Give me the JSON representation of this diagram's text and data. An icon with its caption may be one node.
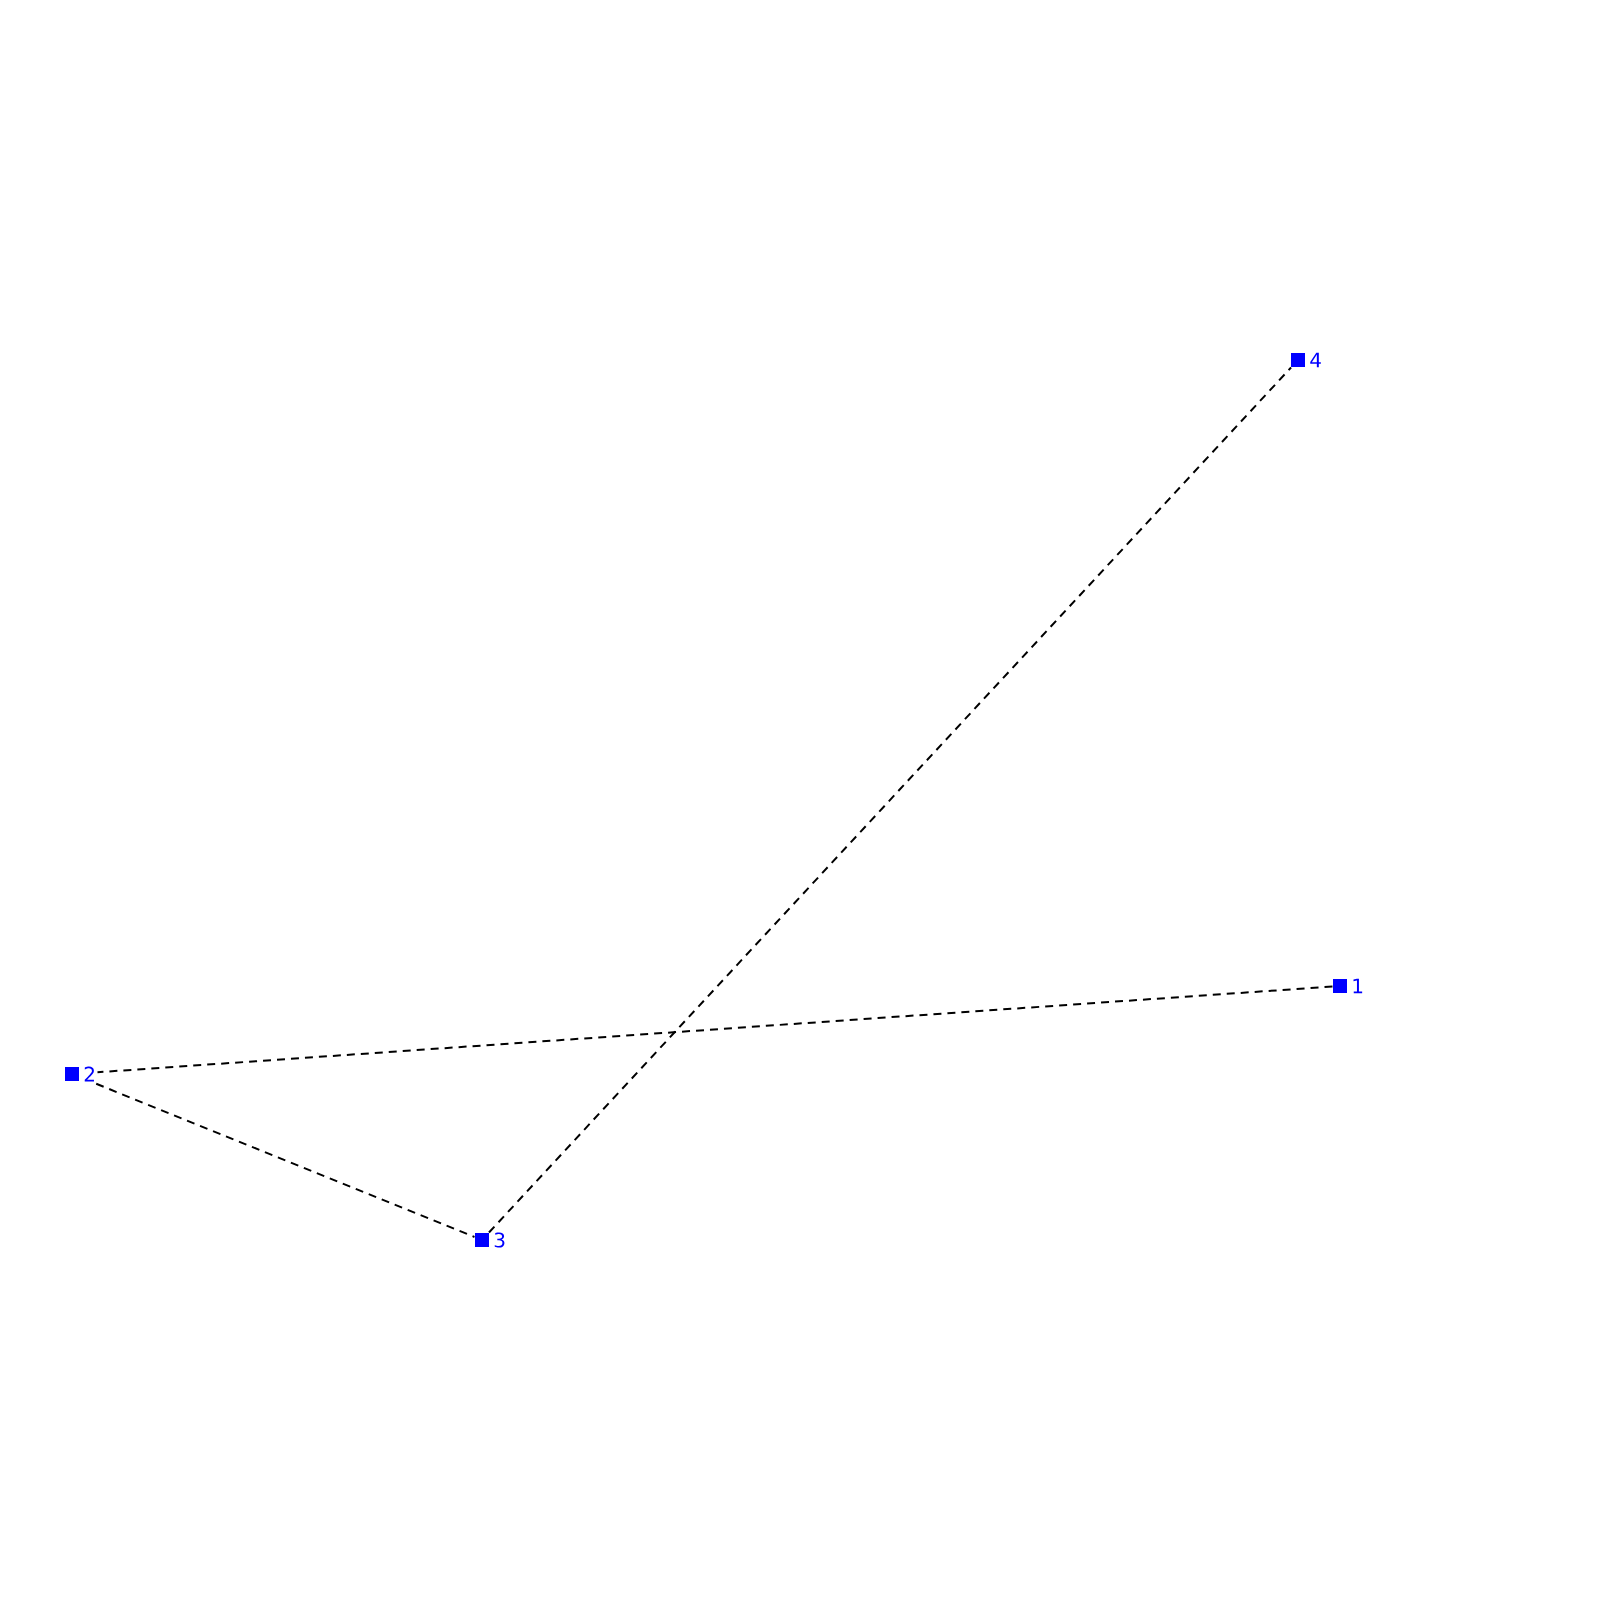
{
  "diagram": {
    "nodes": [
      {
        "text": [],
        "shape": "box",
        "beside": [
          "1"
        ]
      },
      {
        "text": [],
        "shape": "box",
        "beside": [
          "2"
        ]
      },
      {
        "text": [],
        "shape": "box",
        "beside": [
          "3"
        ]
      },
      {
        "text": [],
        "shape": "box",
        "beside": [
          "4"
        ]
      }
    ],
    "edges": [
      {
        "from": 0,
        "to": 1,
        "arrow": "none",
        "style": "dashed"
      },
      {
        "from": 1,
        "to": 2,
        "arrow": "none",
        "style": "dashed"
      },
      {
        "from": 2,
        "to": 3,
        "arrow": "none",
        "style": "dashed"
      }
    ]
  }
}
